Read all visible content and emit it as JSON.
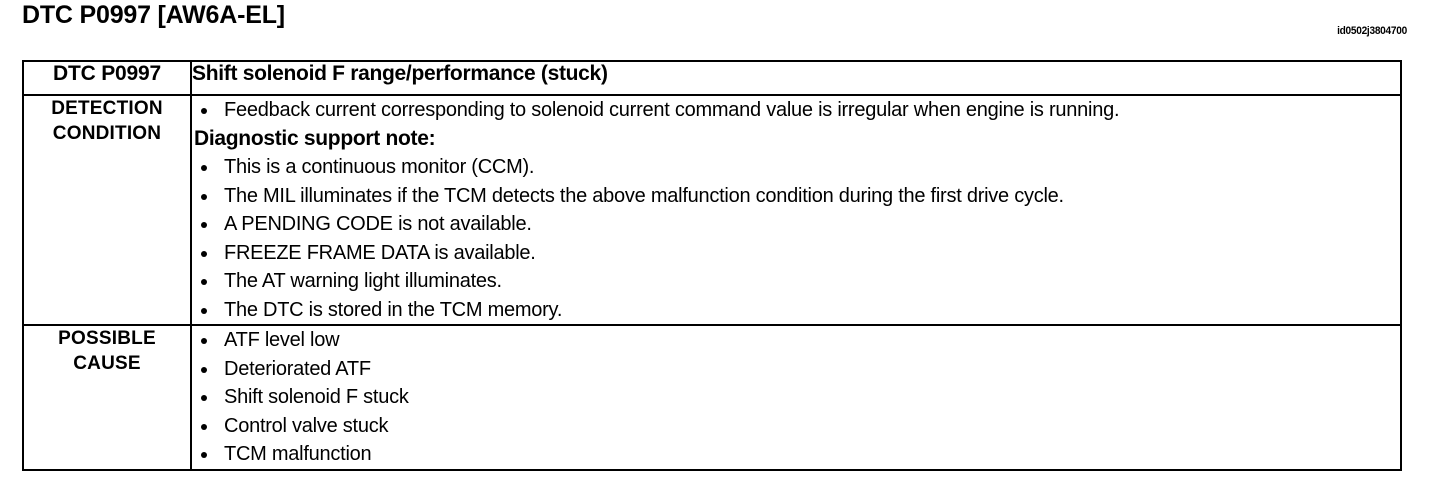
{
  "header": {
    "title": "DTC P0997 [AW6A-EL]",
    "doc_id": "id0502j3804700"
  },
  "table": {
    "header_row": {
      "code": "DTC P0997",
      "description": "Shift solenoid F range/performance (stuck)"
    },
    "rows": [
      {
        "label_lines": [
          "DETECTION",
          "CONDITION"
        ],
        "lead_bullets": [
          "Feedback current corresponding to solenoid current command value is irregular when engine is running."
        ],
        "note_heading": "Diagnostic support note:",
        "note_bullets": [
          "This is a continuous monitor (CCM).",
          "The MIL illuminates if the TCM detects the above malfunction condition during the first drive cycle.",
          "A PENDING CODE is not available.",
          "FREEZE FRAME DATA is available.",
          "The AT warning light illuminates.",
          "The DTC is stored in the TCM memory."
        ]
      },
      {
        "label_lines": [
          "POSSIBLE",
          "CAUSE"
        ],
        "bullets": [
          "ATF level low",
          "Deteriorated ATF",
          "Shift solenoid F stuck",
          "Control valve stuck",
          "TCM malfunction"
        ]
      }
    ]
  }
}
